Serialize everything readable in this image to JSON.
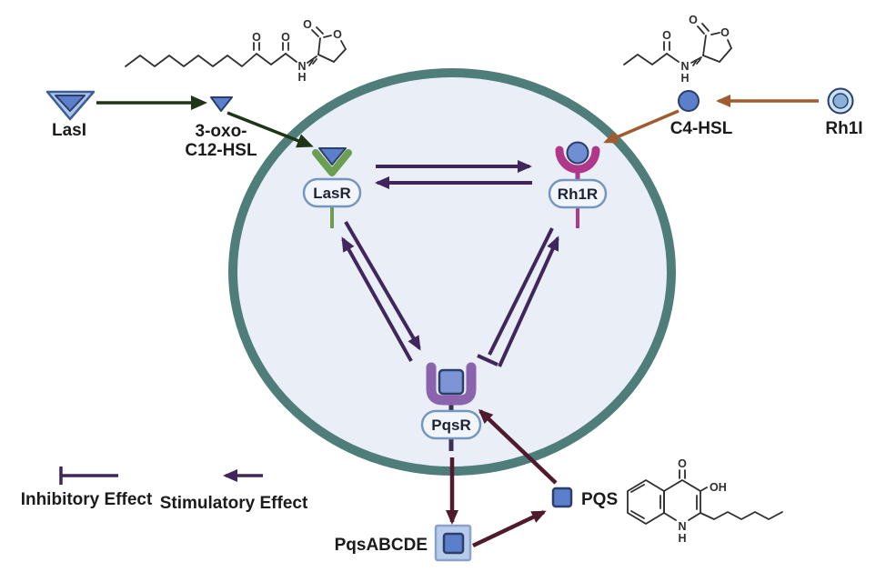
{
  "legend": {
    "inhibitory": "Inhibitory Effect",
    "stimulatory": "Stimulatory Effect"
  },
  "nodes": {
    "lasI": {
      "label": "LasI"
    },
    "oxoC12": {
      "label_line1": "3-oxo-",
      "label_line2": "C12-HSL"
    },
    "lasR": {
      "label": "LasR"
    },
    "rh1R": {
      "label": "Rh1R"
    },
    "c4hsl": {
      "label": "C4-HSL"
    },
    "rh1I": {
      "label": "Rh1I"
    },
    "pqsR": {
      "label": "PqsR"
    },
    "pqsABCDE": {
      "label": "PqsABCDE"
    },
    "pqs": {
      "label": "PQS"
    }
  },
  "atoms": {
    "o": "O",
    "oh": "OH",
    "n": "N",
    "h": "H"
  },
  "colors": {
    "membrane": "#4e7d7a",
    "cytoplasm": "#e9eef7",
    "arrow_purple": "#40265c",
    "arrow_maroon": "#4f1a2d",
    "arrow_green": "#203418",
    "arrow_brown": "#a05c2e",
    "ligand_blue": "#5b7fcb",
    "ligand_blue_light": "#b7cbea",
    "rh1I_outer": "#c9e3f5",
    "rh1I_inner": "#8ab1da",
    "lasR_green": "#6a9e52",
    "rh1R_magenta": "#b0388a",
    "pqsR_purple": "#8a65ad",
    "pill_fill": "#f2f6fc",
    "pill_border": "#7796bd"
  }
}
